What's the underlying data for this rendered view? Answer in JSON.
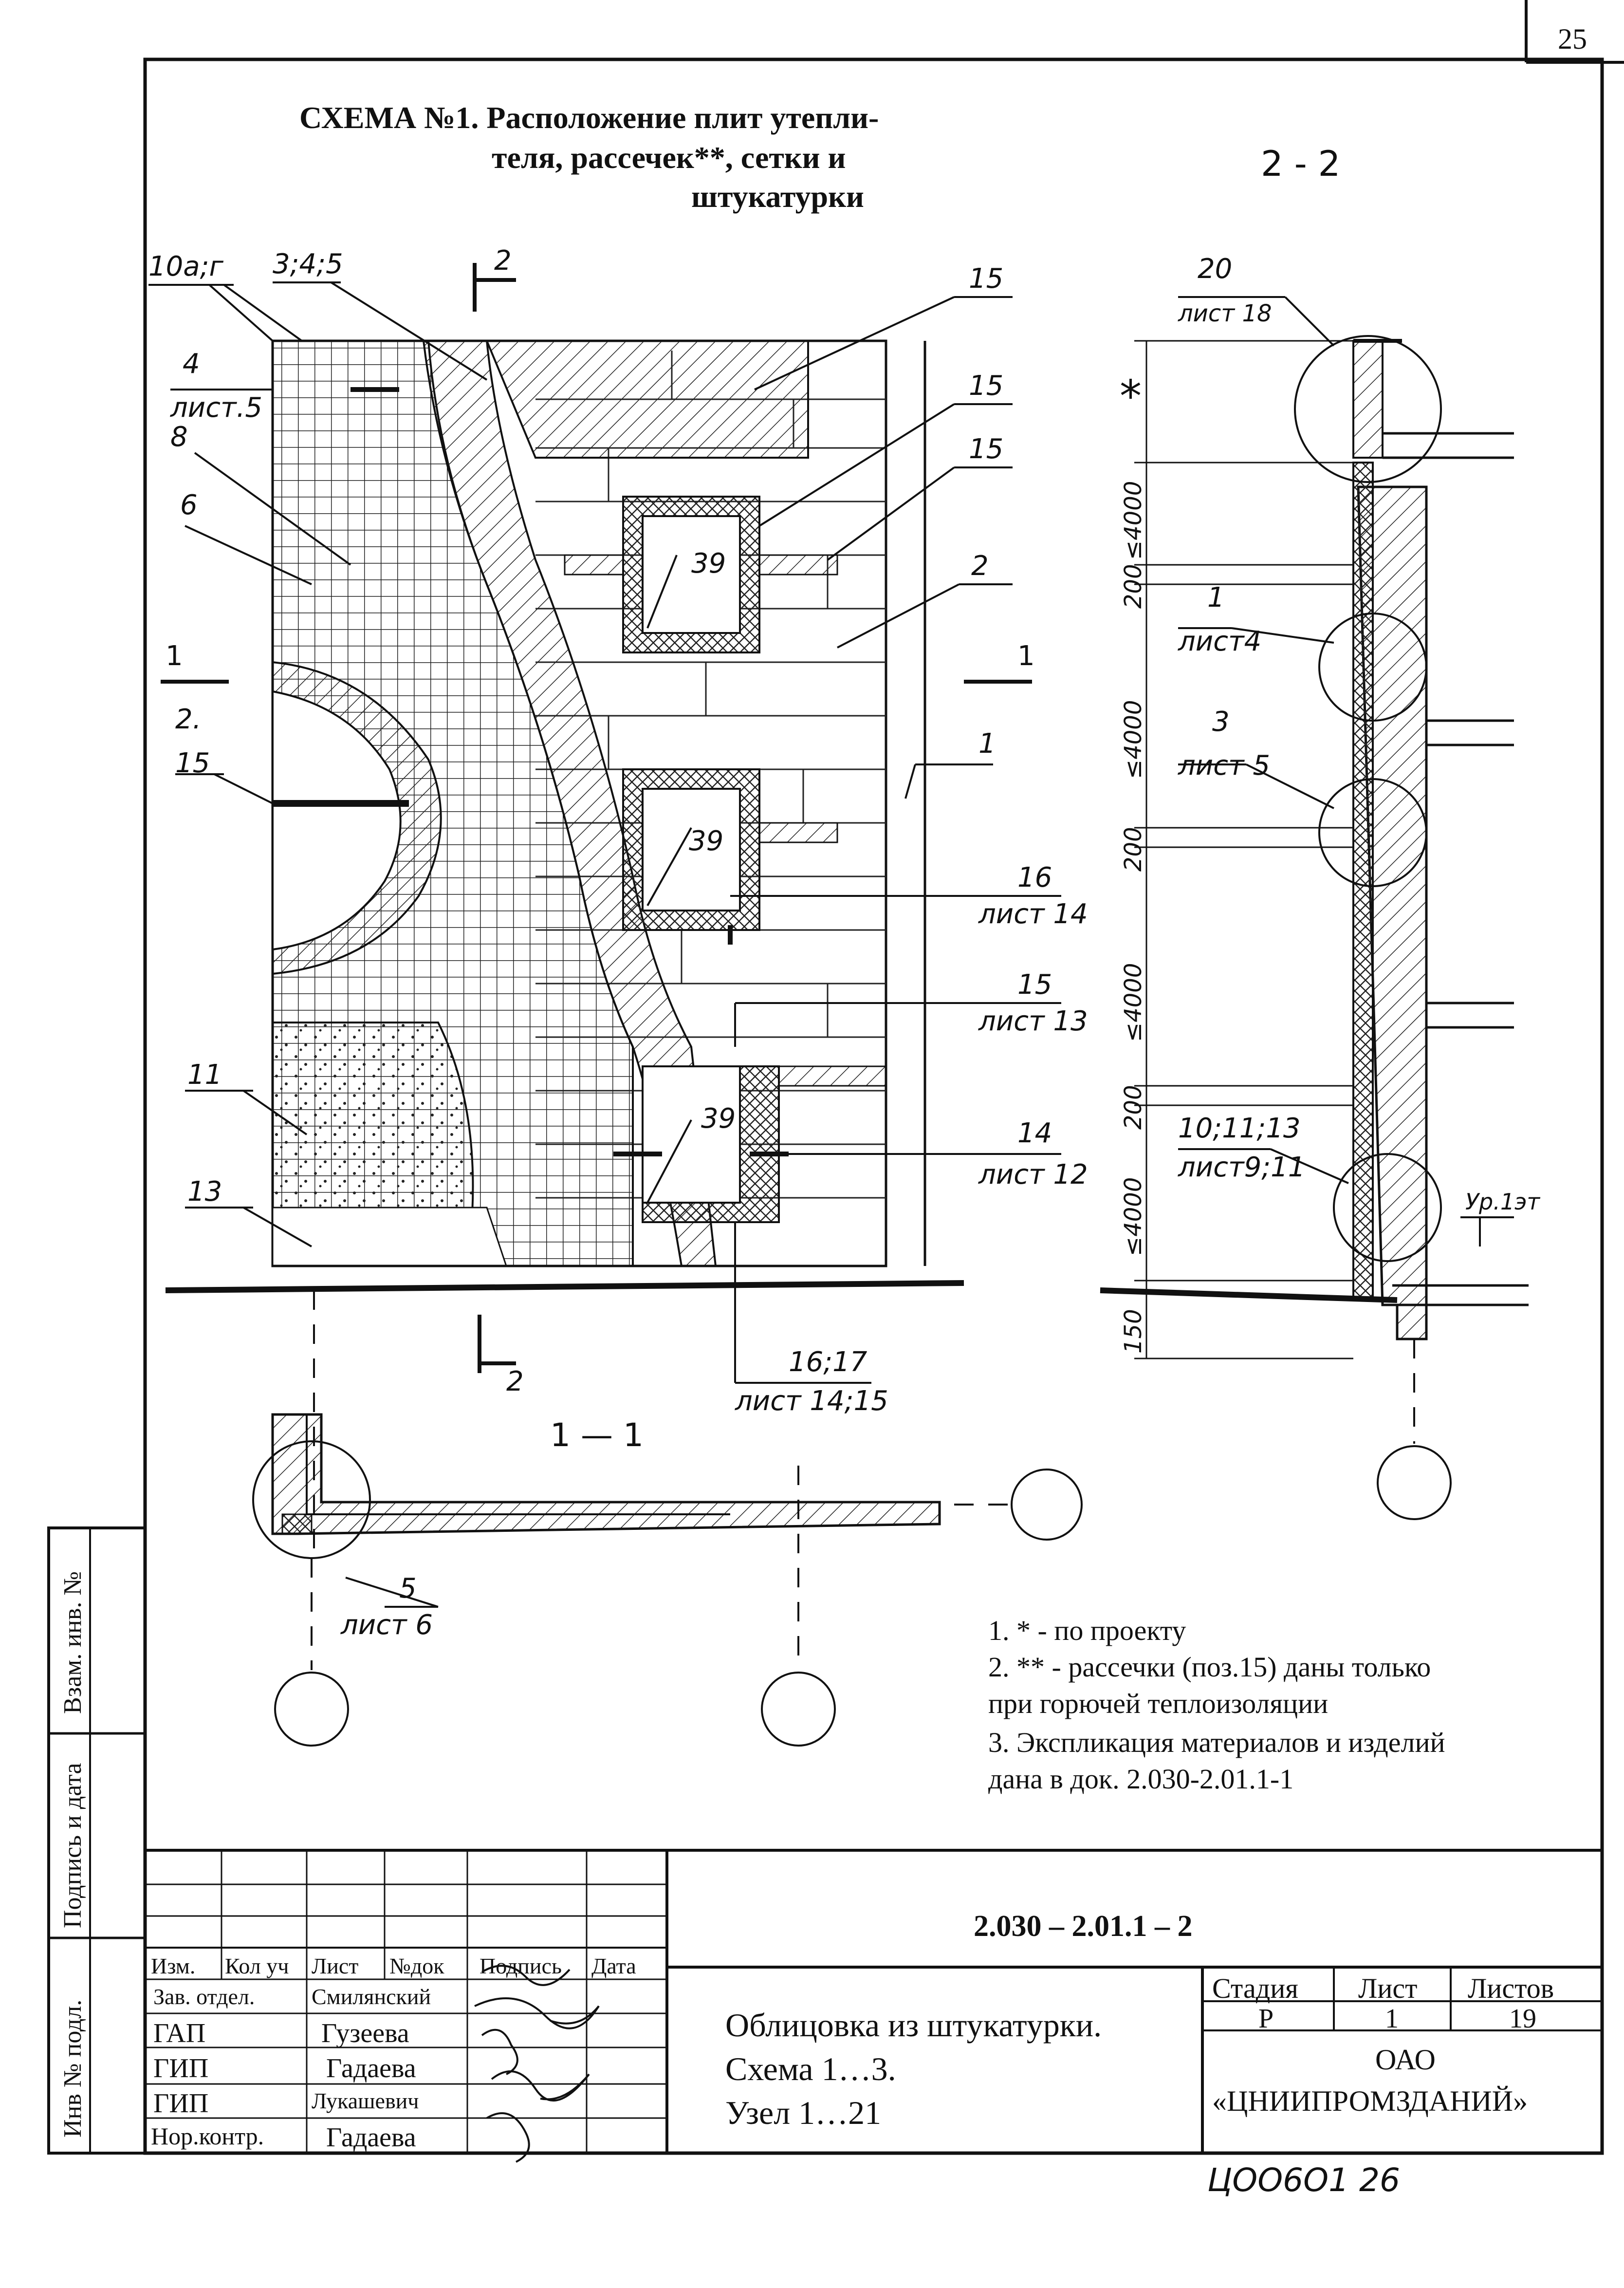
{
  "page_number": "25",
  "scheme_title": {
    "line1": "СХЕМА №1. Расположение плит утепли-",
    "line2": "теля, рассечек**, сетки и",
    "line3": "штукатурки"
  },
  "section_22": "2 - 2",
  "section_11": "1 — 1",
  "elevation_labels": {
    "c10ag": "10а;г",
    "c345": "3;4;5",
    "cut2_top": "2",
    "cut2_bot": "2",
    "l4": "4",
    "l4_sheet": "лист.5",
    "l8": "8",
    "l6": "6",
    "l15a": "15",
    "l15b": "15",
    "l15c": "15",
    "l2a": "2",
    "l2b": "2.",
    "l15d": "15",
    "l1": "1",
    "cut1_left": "1",
    "cut1_right": "1",
    "l39a": "39",
    "l39b": "39",
    "l39c": "39",
    "l16": "16",
    "l16_sheet": "лист 14",
    "l15e": "15",
    "l15e_sheet": "лист 13",
    "l14": "14",
    "l14_sheet": "лист 12",
    "l11": "11",
    "l13": "13",
    "l1617": "16;17",
    "l1617_sheet": "лист 14;15",
    "l5": "5",
    "l5_sheet": "лист 6"
  },
  "section22_labels": {
    "l20": "20",
    "l20_sheet": "лист 18",
    "star": "*",
    "l1": "1",
    "l1_sheet": "лист4",
    "l3": "3",
    "l3_sheet": "лист 5",
    "l101113": "10;11;13",
    "l101113_sheet": "лист9;11",
    "level": "Ур.1эт",
    "dims": [
      "≤4000",
      "200",
      "≤4000",
      "200",
      "≤4000",
      "200",
      "≤4000",
      "150"
    ]
  },
  "notes": [
    "1. * - по проекту",
    "2. ** - рассечки (поз.15) даны только",
    "при горючей теплоизоляции",
    "3. Экспликация материалов и изделий",
    "дана в док. 2.030-2.01.1-1"
  ],
  "side_stamp": [
    "Взам. инв. №",
    "Подпись и дата",
    "Инв № подл."
  ],
  "title_block": {
    "code": "2.030 – 2.01.1 – 2",
    "headers": [
      "Изм.",
      "Кол уч",
      "Лист",
      "№док",
      "Подпись",
      "Дата"
    ],
    "staff": [
      {
        "role": "Зав. отдел.",
        "name": "Смилянский"
      },
      {
        "role": "ГАП",
        "name": "Гузеева"
      },
      {
        "role": "ГИП",
        "name": "Гадаева"
      },
      {
        "role": "ГИП",
        "name": "Лукашевич"
      },
      {
        "role": "Нор.контр.",
        "name": "Гадаева"
      }
    ],
    "description": [
      "Облицовка из штукатурки.",
      "Схема 1…3.",
      "Узел 1…21"
    ],
    "stage_header": "Стадия",
    "sheet_header": "Лист",
    "sheets_header": "Листов",
    "stage": "Р",
    "sheet": "1",
    "sheets": "19",
    "org_line1": "ОАО",
    "org_line2": "«ЦНИИПРОМЗДАНИЙ»"
  },
  "archive_code": "ЦОО6О1   26"
}
